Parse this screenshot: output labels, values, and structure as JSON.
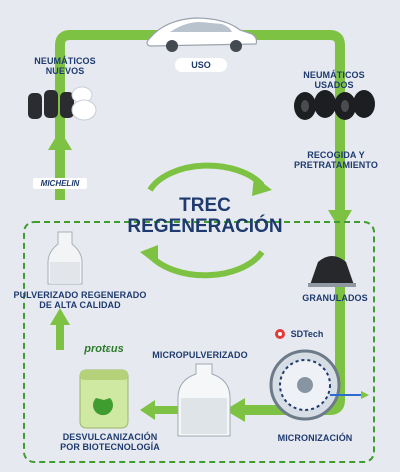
{
  "title": {
    "line1": "TREC",
    "line2": "REGENERACIÓN"
  },
  "steps": {
    "uso": "USO",
    "nuevos_1": "NEUMÁTICOS",
    "nuevos_2": "NUEVOS",
    "usados_1": "NEUMÁTICOS",
    "usados_2": "USADOS",
    "recogida_1": "RECOGIDA Y",
    "recogida_2": "PRETRATAMIENTO",
    "granulados": "GRANULADOS",
    "micronizacion": "MICRONIZACIÓN",
    "micropulverizado": "MICROPULVERIZADO",
    "desvulc_1": "DESVULCANIZACIÓN",
    "desvulc_2": "POR BIOTECNOLOGÍA",
    "pulv_1": "PULVERIZADO REGENERADO",
    "pulv_2": "DE ALTA CALIDAD"
  },
  "brands": {
    "michelin": "MICHELIN",
    "sdtech": "SDTech",
    "protous": "protεus"
  },
  "colors": {
    "green": "#7dc242",
    "navy": "#1f3a6e",
    "background": "#e6eaf0"
  }
}
